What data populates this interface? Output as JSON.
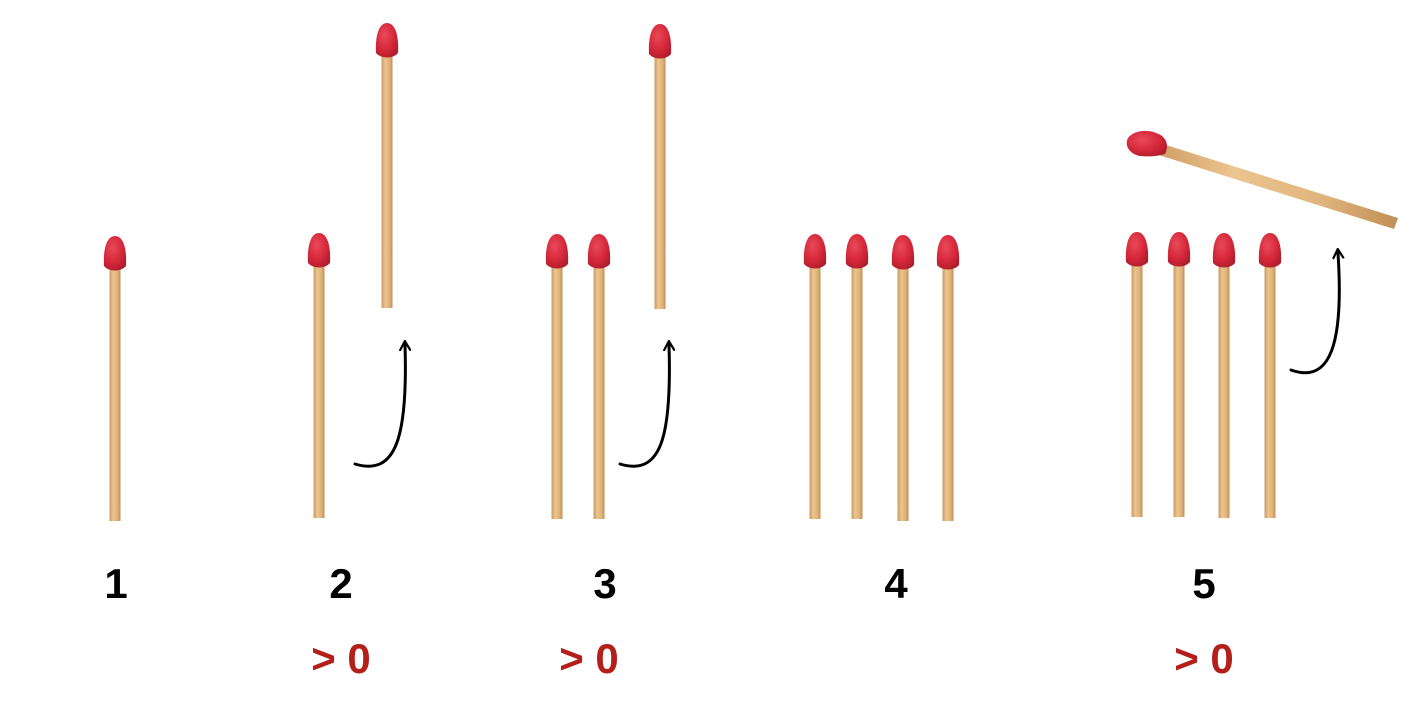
{
  "colors": {
    "match_head": "#d6283a",
    "match_stick": "#e3b77f",
    "condition_text": "#b51f1a",
    "arrow": "#000000"
  },
  "groups": [
    {
      "id": "g1",
      "label": "1",
      "condition": "",
      "match_count": 1,
      "has_move_arrow": false
    },
    {
      "id": "g2",
      "label": "2",
      "condition": "> 0",
      "match_count": 1,
      "has_move_arrow": true
    },
    {
      "id": "g3",
      "label": "3",
      "condition": "> 0",
      "match_count": 2,
      "has_move_arrow": true
    },
    {
      "id": "g4",
      "label": "4",
      "condition": "",
      "match_count": 4,
      "has_move_arrow": false
    },
    {
      "id": "g5",
      "label": "5",
      "condition": "> 0",
      "match_count": 4,
      "has_move_arrow": true
    }
  ]
}
